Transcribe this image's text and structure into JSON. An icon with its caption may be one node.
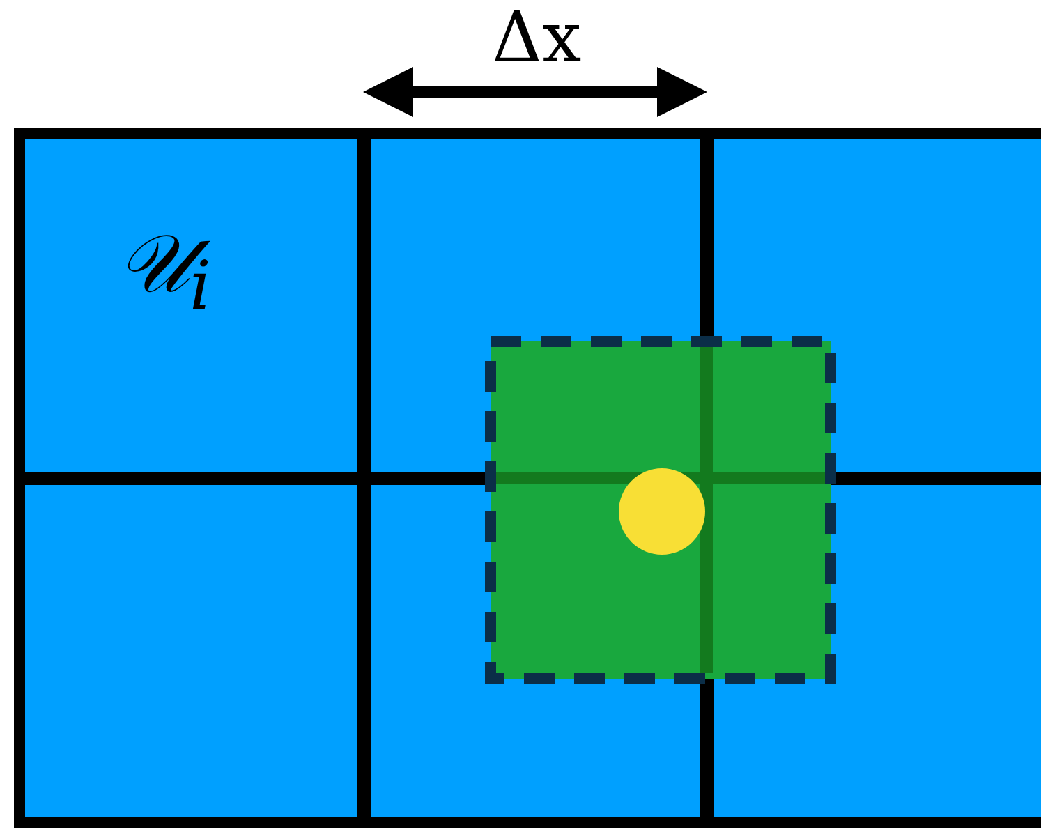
{
  "diagram": {
    "nodes": [
      {
        "text": [
          "𝒰$_{i}$"
        ]
      },
      {
        "text": [],
        "shape": "box"
      },
      {
        "text": [],
        "shape": "box"
      },
      {
        "text": [],
        "shape": "box"
      },
      {
        "text": [],
        "shape": "box"
      },
      {
        "text": [],
        "shape": "box"
      },
      {
        "text": [],
        "shape": "box"
      },
      {
        "text": [],
        "shape": "circle",
        "in": 6
      }
    ],
    "edges": [],
    "labels": [
      "Δx"
    ]
  }
}
